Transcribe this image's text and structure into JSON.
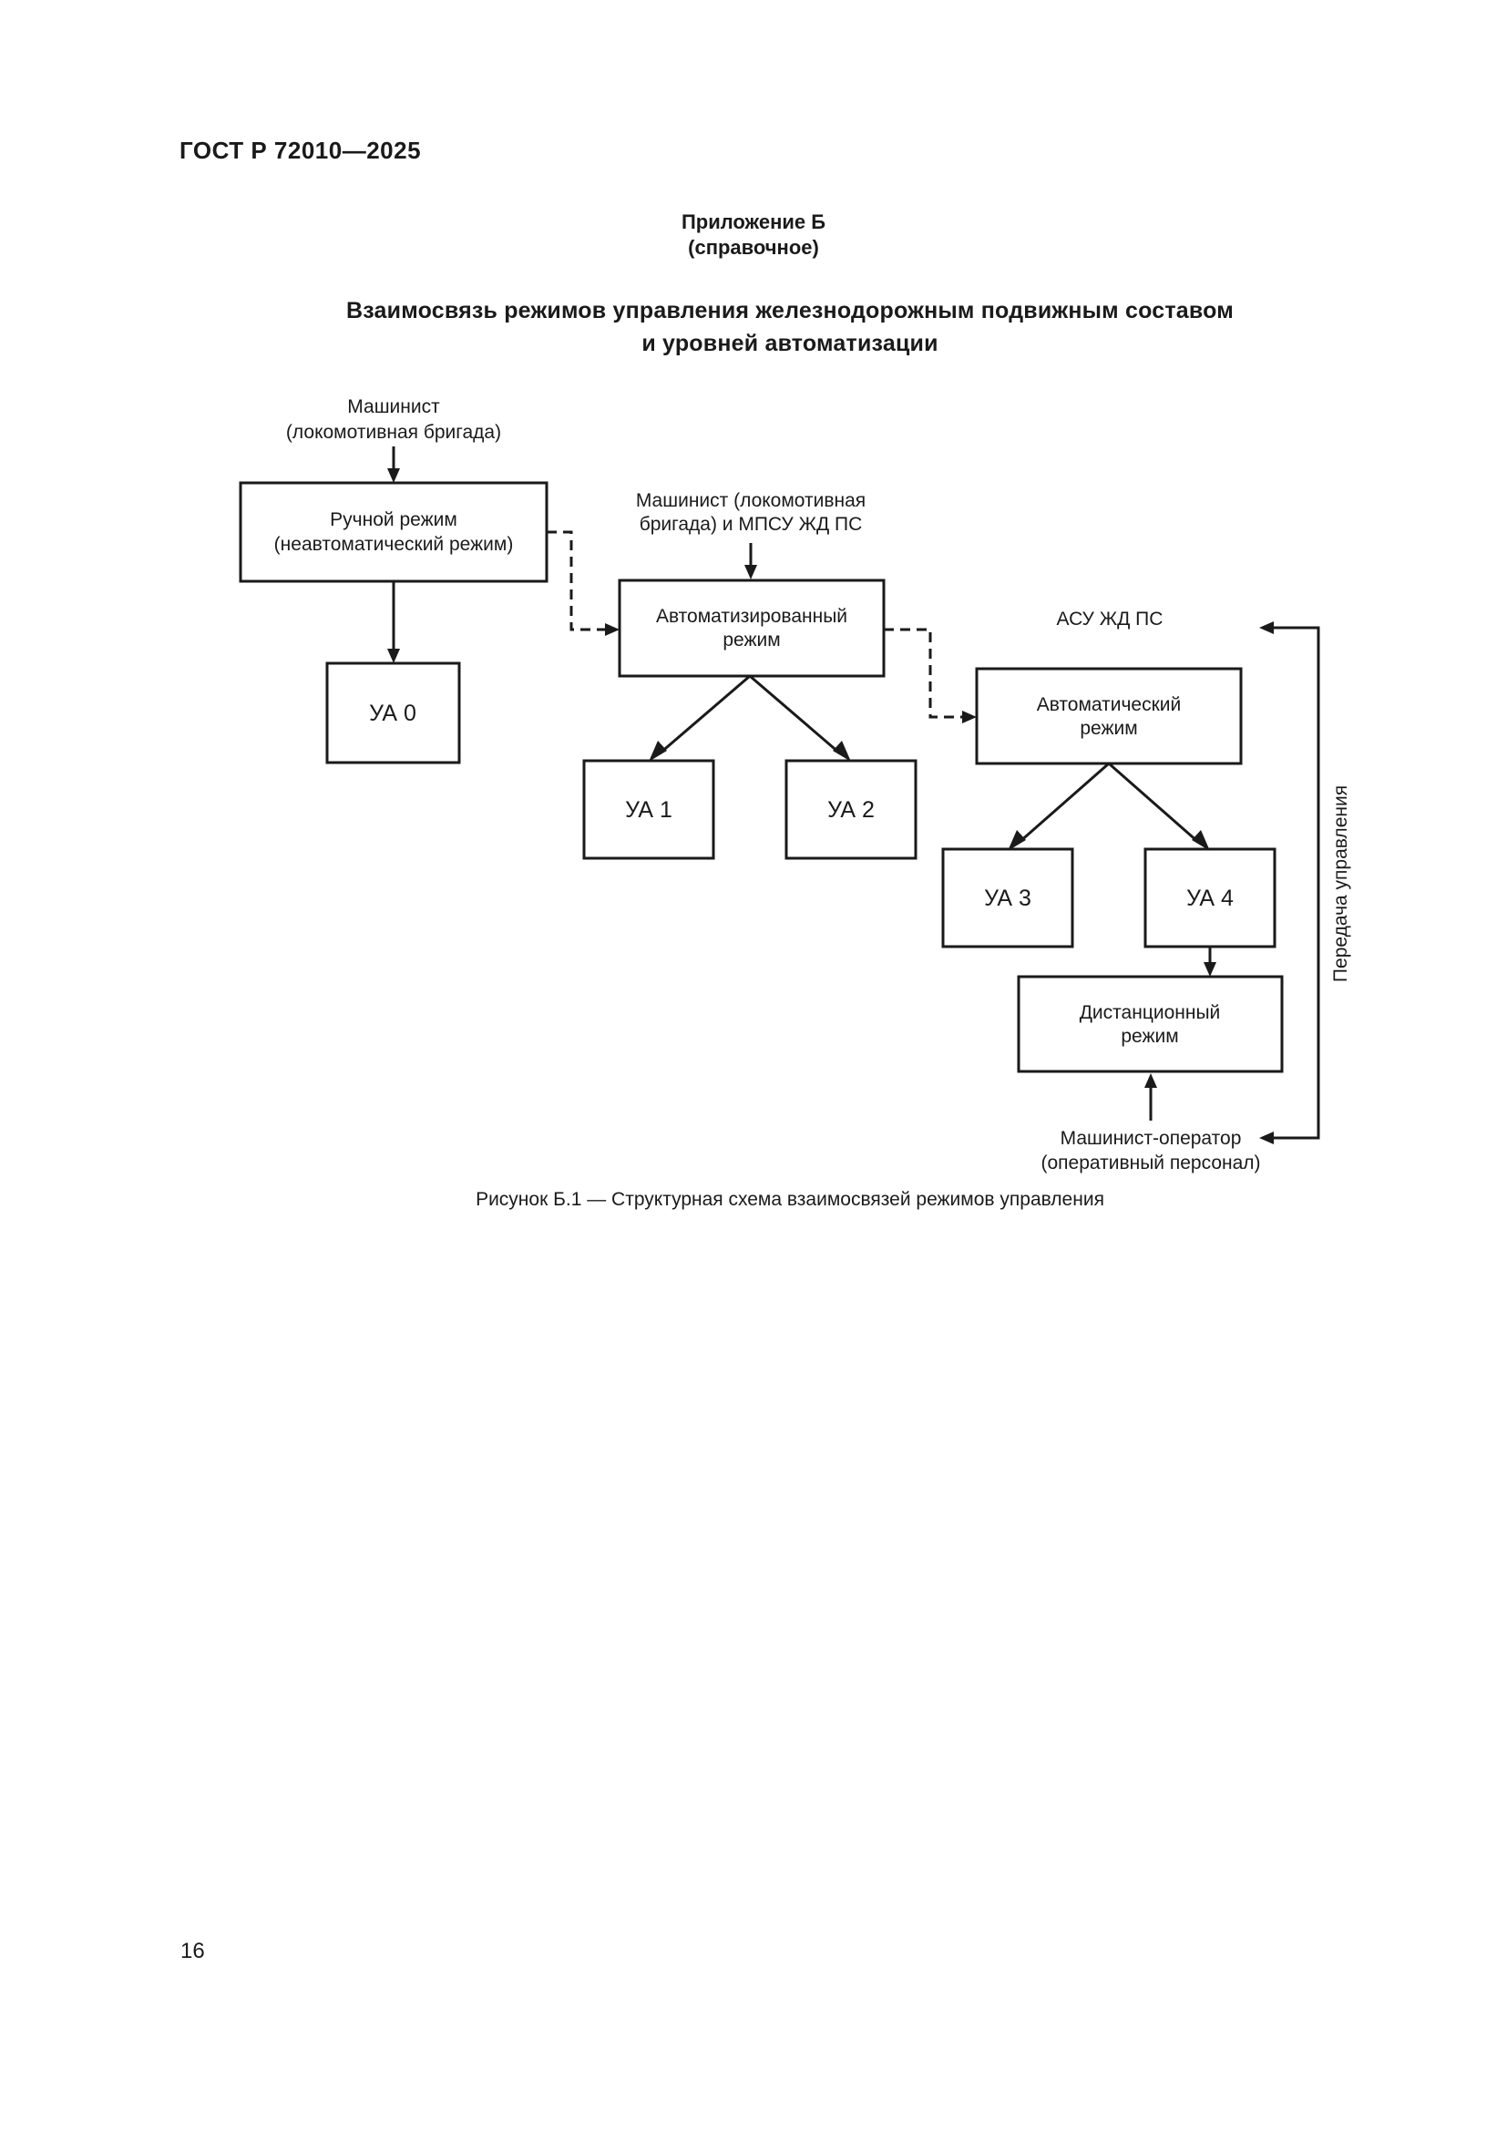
{
  "document": {
    "header": "ГОСТ Р 72010—2025",
    "annex_title": "Приложение Б",
    "annex_type": "(справочное)",
    "title_line1": "Взаимосвязь режимов управления железнодорожным подвижным составом",
    "title_line2": "и уровней автоматизации",
    "figure_caption": "Рисунок Б.1 — Структурная схема взаимосвязей режимов управления",
    "page_number": "16"
  },
  "diagram": {
    "inputs": {
      "driver_line1": "Машинист",
      "driver_line2": "(локомотивная бригада)",
      "driver_mpsu_line1": "Машинист (локомотивная",
      "driver_mpsu_line2": "бригада) и МПСУ ЖД ПС",
      "asu": "АСУ ЖД ПС",
      "operator_line1": "Машинист-оператор",
      "operator_line2": "(оперативный персонал)"
    },
    "modes": {
      "manual_line1": "Ручной режим",
      "manual_line2": "(неавтоматический режим)",
      "automated_line1": "Автоматизированный",
      "automated_line2": "режим",
      "automatic_line1": "Автоматический",
      "automatic_line2": "режим",
      "remote_line1": "Дистанционный",
      "remote_line2": "режим"
    },
    "levels": {
      "ua0": "УА 0",
      "ua1": "УА 1",
      "ua2": "УА 2",
      "ua3": "УА 3",
      "ua4": "УА 4"
    },
    "control_transfer": "Передача управления"
  }
}
